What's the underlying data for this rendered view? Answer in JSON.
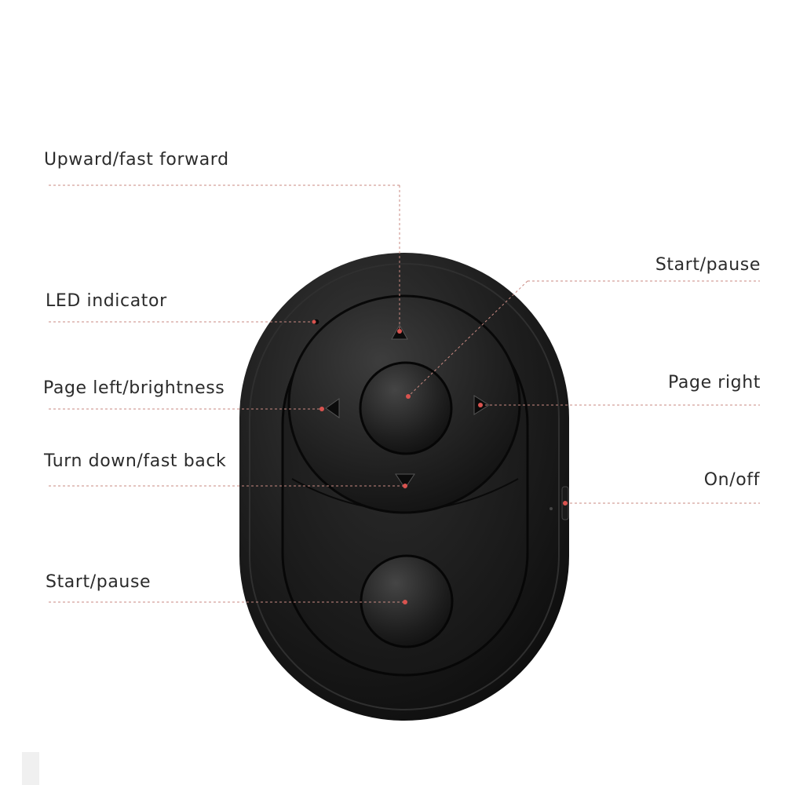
{
  "colors": {
    "leader_line": "#c98a82",
    "marker_dot": "#d9534f",
    "device_body": "#1b1b1b",
    "device_highlight": "#3a3a3a",
    "label_text": "#2b2b2b"
  },
  "labels": {
    "upward": "Upward/fast forward",
    "led": "LED indicator",
    "page_left": "Page left/brightness",
    "turn_down": "Turn down/fast back",
    "start_pause_bottom": "Start/pause",
    "start_pause_top": "Start/pause",
    "page_right": "Page right",
    "on_off": "On/off"
  },
  "icons": {
    "up": "triangle-up-icon",
    "down": "triangle-down-icon",
    "left": "triangle-left-icon",
    "right": "triangle-right-icon"
  }
}
